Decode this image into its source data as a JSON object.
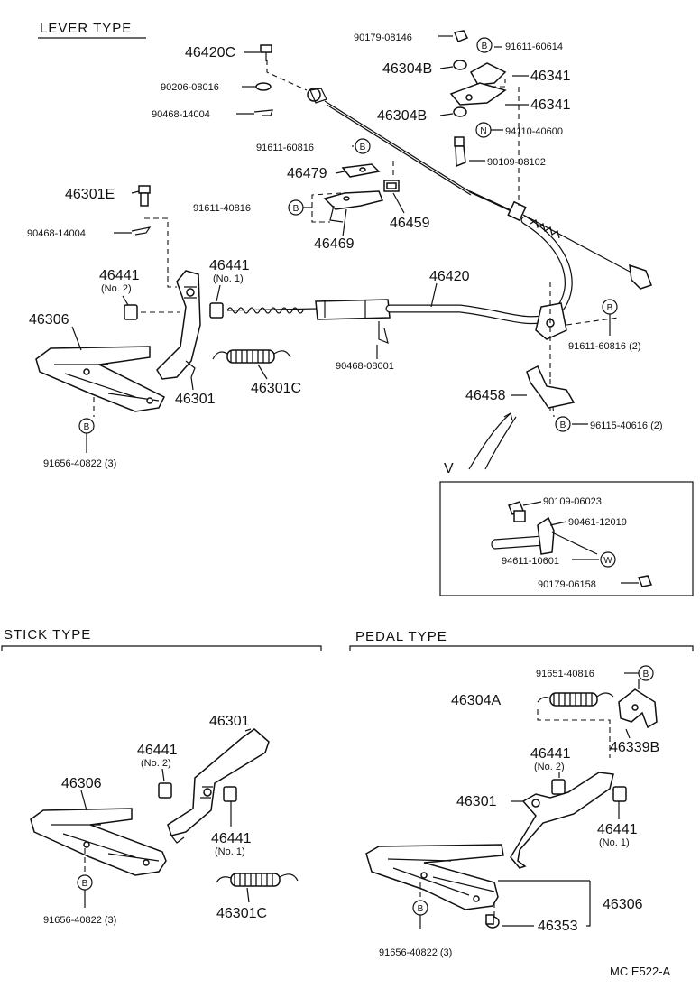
{
  "sections": {
    "lever": "LEVER TYPE",
    "stick": "STICK TYPE",
    "pedal": "PEDAL TYPE"
  },
  "view_letter": "V",
  "diagram_code": "MC  E522-A",
  "labels": {
    "p46420C": "46420C",
    "p90179_08146": "90179-08146",
    "p91611_60614": "91611-60614",
    "p46304B_a": "46304B",
    "p46341_a": "46341",
    "p90206_08016": "90206-08016",
    "p46341_b": "46341",
    "p90468_14004_a": "90468-14004",
    "p46304B_b": "46304B",
    "p94110_40600": "94110-40600",
    "p91611_60816_a": "91611-60816",
    "p90109_08102": "90109-08102",
    "p46479": "46479",
    "p46301E": "46301E",
    "p91611_40816": "91611-40816",
    "p46459": "46459",
    "p90468_14004_b": "90468-14004",
    "p46469": "46469",
    "p46441_top": "46441",
    "no1_top": "(No. 1)",
    "p46441_left": "46441",
    "no2_left": "(No. 2)",
    "p46420": "46420",
    "p46306_lever": "46306",
    "p91611_60816_2": "91611-60816 (2)",
    "p90468_08001": "90468-08001",
    "p46301_lever": "46301",
    "p46301C_lever": "46301C",
    "p46458": "46458",
    "p96115_40616": "96115-40616 (2)",
    "p91656_40822_lever": "91656-40822 (3)",
    "v90109_06023": "90109-06023",
    "v90461_12019": "90461-12019",
    "v94611_10601": "94611-10601",
    "v90179_06158": "90179-06158",
    "s46301": "46301",
    "s46441_no2": "46441",
    "s_no2": "(No. 2)",
    "s46306": "46306",
    "s46441_no1": "46441",
    "s_no1": "(No. 1)",
    "s91656_40822": "91656-40822 (3)",
    "s46301C": "46301C",
    "d91651_40816": "91651-40816",
    "d46304A": "46304A",
    "d46339B": "46339B",
    "d46441_no2": "46441",
    "d_no2": "(No. 2)",
    "d46301": "46301",
    "d46441_no1": "46441",
    "d_no1": "(No. 1)",
    "d46306": "46306",
    "d46353": "46353",
    "d91656_40822": "91656-40822 (3)"
  },
  "badges": {
    "b": "B",
    "n": "N",
    "w": "W"
  }
}
